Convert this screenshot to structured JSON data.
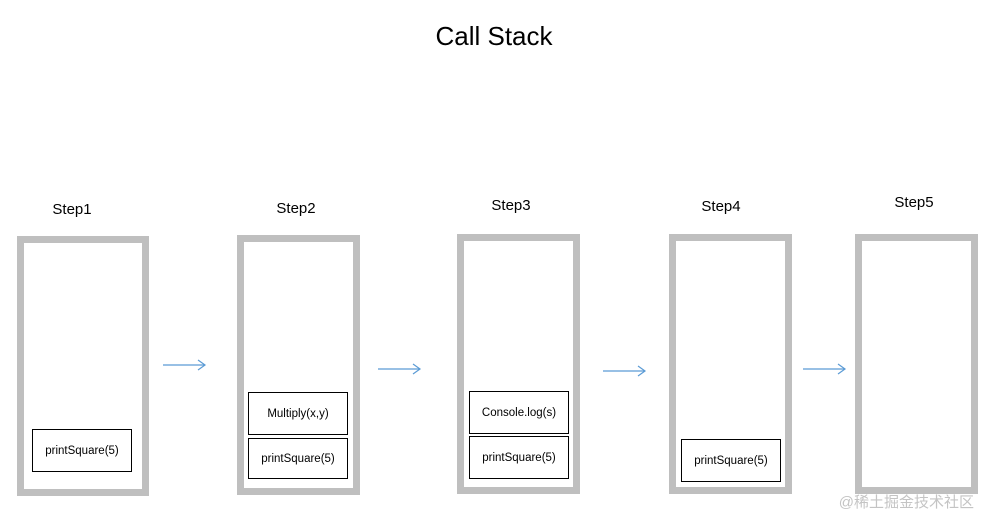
{
  "title": "Call Stack",
  "steps": [
    {
      "label": "Step1",
      "frames": [
        "printSquare(5)"
      ]
    },
    {
      "label": "Step2",
      "frames": [
        "Multiply(x,y)",
        "printSquare(5)"
      ]
    },
    {
      "label": "Step3",
      "frames": [
        "Console.log(s)",
        "printSquare(5)"
      ]
    },
    {
      "label": "Step4",
      "frames": [
        "printSquare(5)"
      ]
    },
    {
      "label": "Step5",
      "frames": []
    }
  ],
  "watermark": "@稀土掘金技术社区",
  "colors": {
    "stack_border": "#bfbfbf",
    "arrow": "#5b9bd5"
  }
}
